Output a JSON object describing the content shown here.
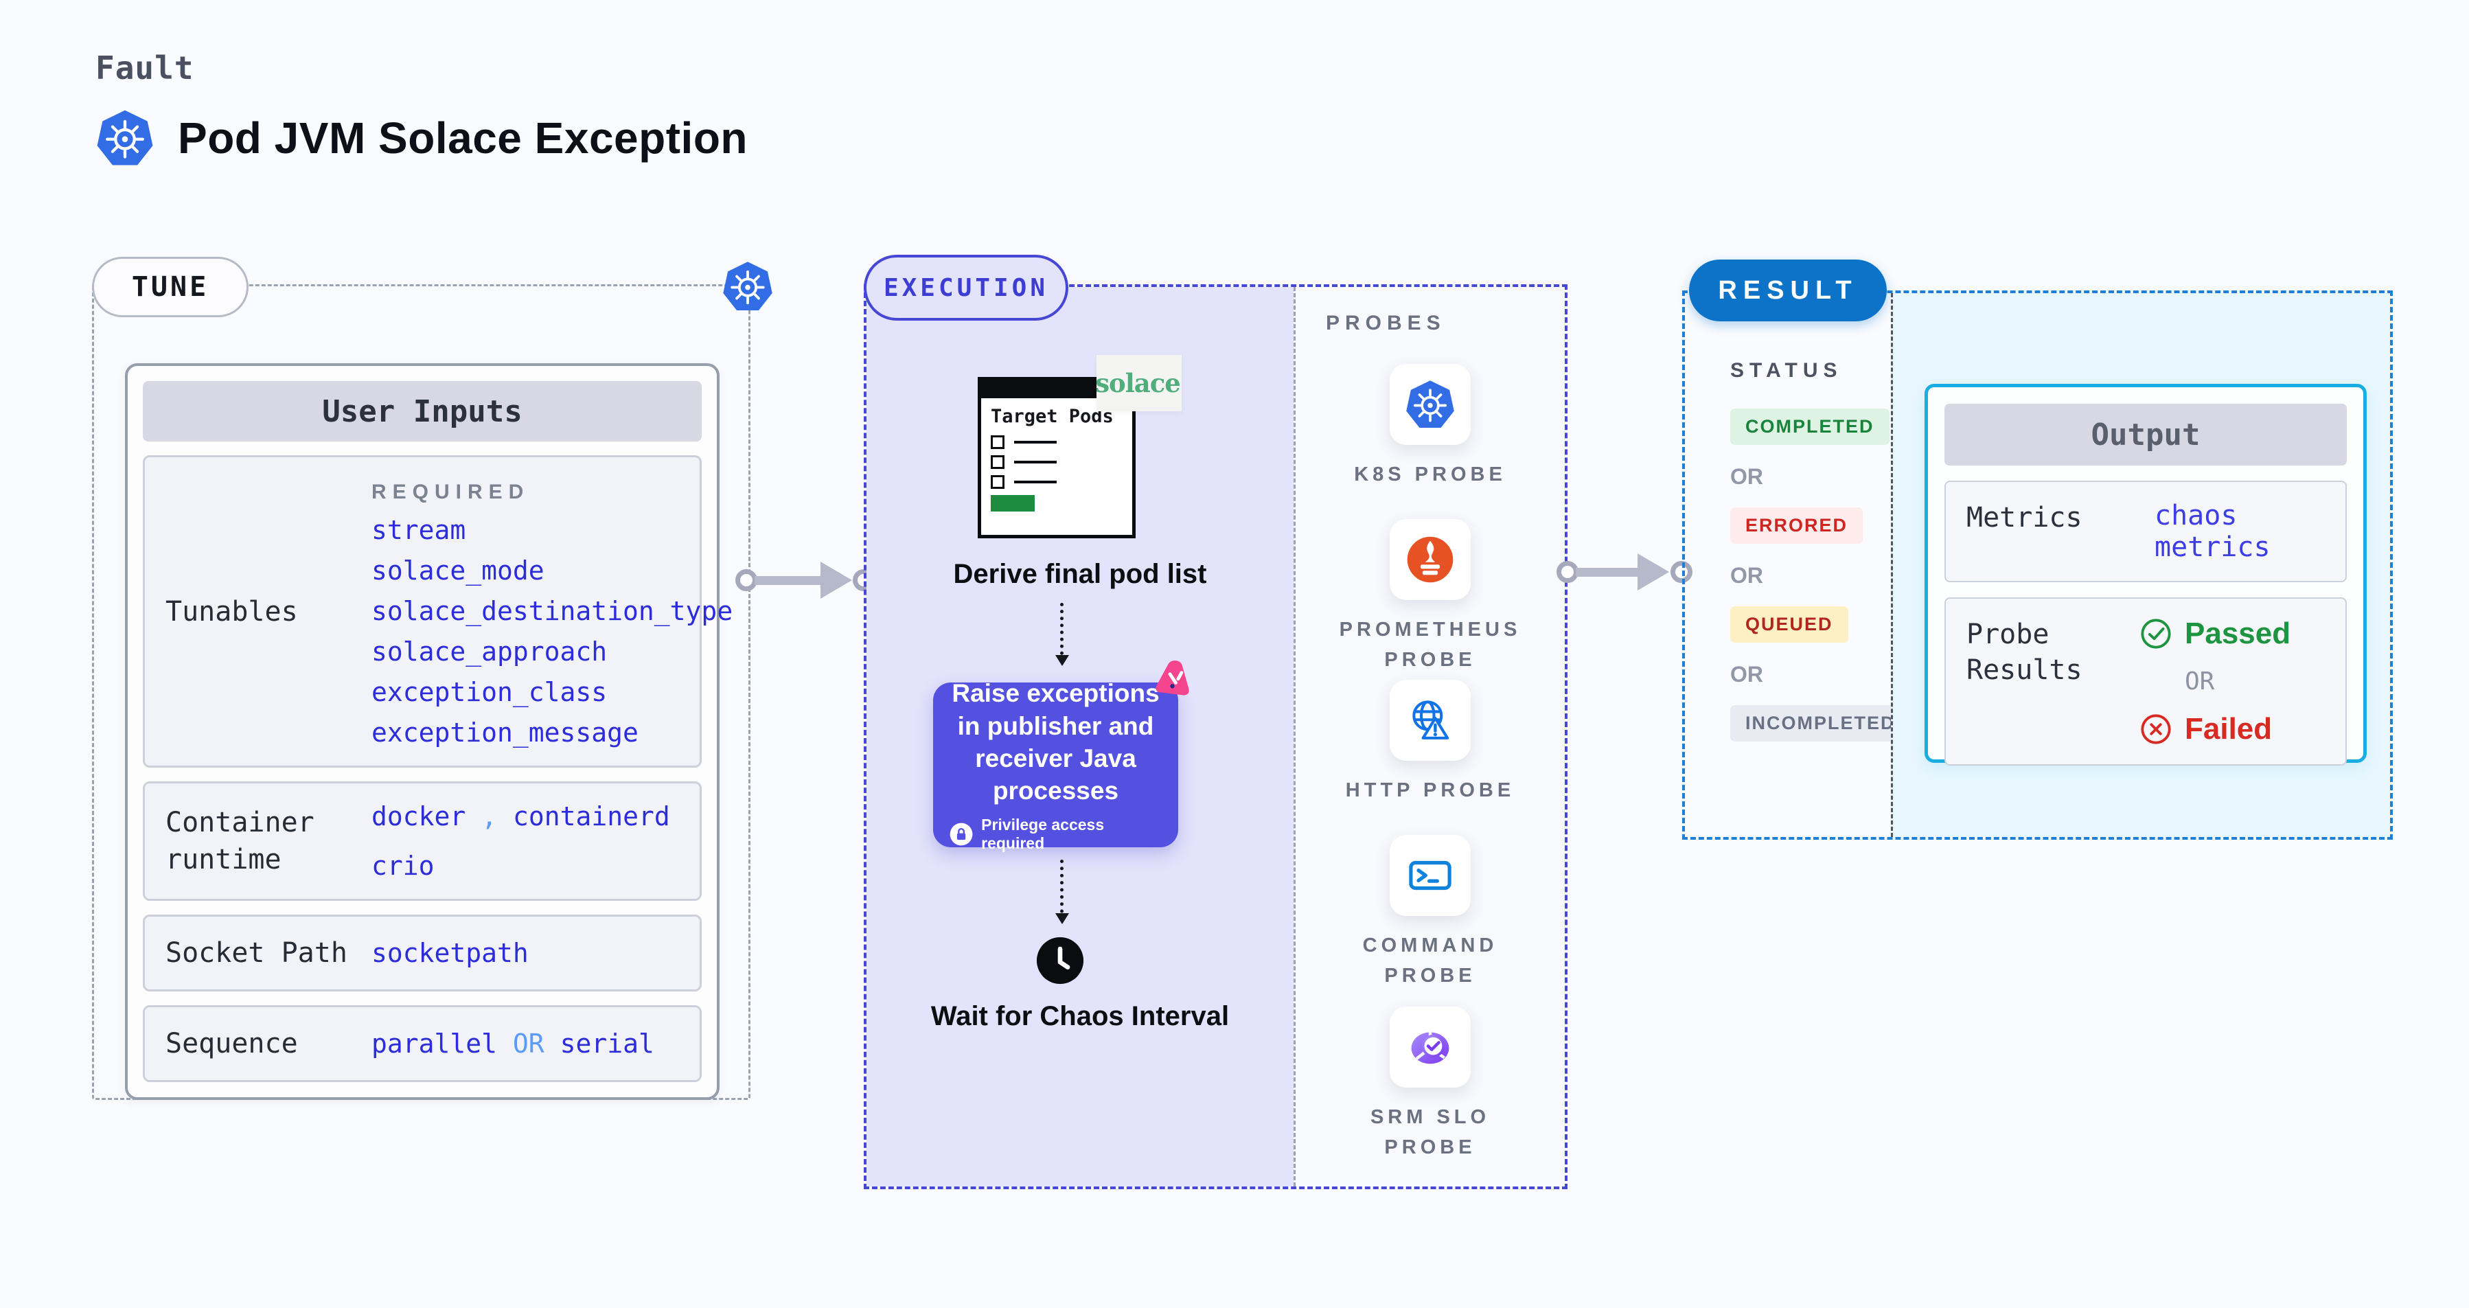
{
  "header": {
    "category": "Fault",
    "title": "Pod JVM Solace Exception"
  },
  "tune": {
    "badge": "TUNE",
    "user_inputs": {
      "title": "User Inputs",
      "tunables": {
        "label": "Tunables",
        "required_label": "REQUIRED",
        "values": [
          "stream",
          "solace_mode",
          "solace_destination_type",
          "solace_approach",
          "exception_class",
          "exception_message"
        ]
      },
      "container_runtime": {
        "label": "Container runtime",
        "values": [
          "docker",
          "containerd"
        ],
        "separator": ",",
        "value2": "crio"
      },
      "socket_path": {
        "label": "Socket Path",
        "value": "socketpath"
      },
      "sequence": {
        "label": "Sequence",
        "value1": "parallel",
        "or": "OR",
        "value2": "serial"
      }
    }
  },
  "execution": {
    "badge": "EXECUTION",
    "target_pods": {
      "window_title": "Target Pods",
      "solace_logo": "solace"
    },
    "step1": "Derive final pod list",
    "action": {
      "text": "Raise exceptions in publisher and receiver Java processes",
      "privilege": "Privilege access required"
    },
    "step3": "Wait for Chaos Interval"
  },
  "probes": {
    "title": "PROBES",
    "items": [
      {
        "label": "K8S PROBE",
        "icon": "kubernetes-icon"
      },
      {
        "label": "PROMETHEUS PROBE",
        "icon": "prometheus-icon"
      },
      {
        "label": "HTTP PROBE",
        "icon": "http-globe-icon"
      },
      {
        "label": "COMMAND PROBE",
        "icon": "terminal-icon"
      },
      {
        "label": "SRM SLO PROBE",
        "icon": "slo-pie-icon"
      }
    ]
  },
  "result": {
    "badge": "RESULT",
    "status": {
      "label": "STATUS",
      "or": "OR",
      "badges": [
        {
          "label": "COMPLETED",
          "color": "#18833b",
          "bg": "#def3e3"
        },
        {
          "label": "ERRORED",
          "color": "#cd2620",
          "bg": "#fdeceb"
        },
        {
          "label": "QUEUED",
          "color": "#b3261e",
          "bg": "#fdf0c5"
        },
        {
          "label": "INCOMPLETED",
          "color": "#687083",
          "bg": "#e9ebf2"
        }
      ]
    },
    "output": {
      "title": "Output",
      "metrics": {
        "label": "Metrics",
        "value": "chaos metrics"
      },
      "probe_results": {
        "label": "Probe Results",
        "passed": "Passed",
        "or": "OR",
        "failed": "Failed"
      }
    }
  },
  "colors": {
    "page_bg": "#fafbfe",
    "accent_indigo": "#4747d6",
    "execution_bg": "#e3e3fb",
    "action_box_bg": "#5450e0",
    "result_pill_blue": "#0d73c9",
    "result_border_blue": "#1d80d6",
    "output_border_cyan": "#19ade1",
    "output_region_bg": "#e8f7fd",
    "value_blue": "#2c2cd9",
    "value_light_blue": "#5a9cf8",
    "metrics_value_blue": "#3d3de5",
    "passed_green": "#1f9440",
    "failed_red": "#d62a22",
    "kubernetes_blue": "#326de6",
    "prometheus_orange": "#e75225",
    "probe_icon_blue": "#1273e6",
    "srm_purple": "#7c3aed",
    "litmus_pink": "#f5458f",
    "solace_green": "#4fae7c"
  }
}
